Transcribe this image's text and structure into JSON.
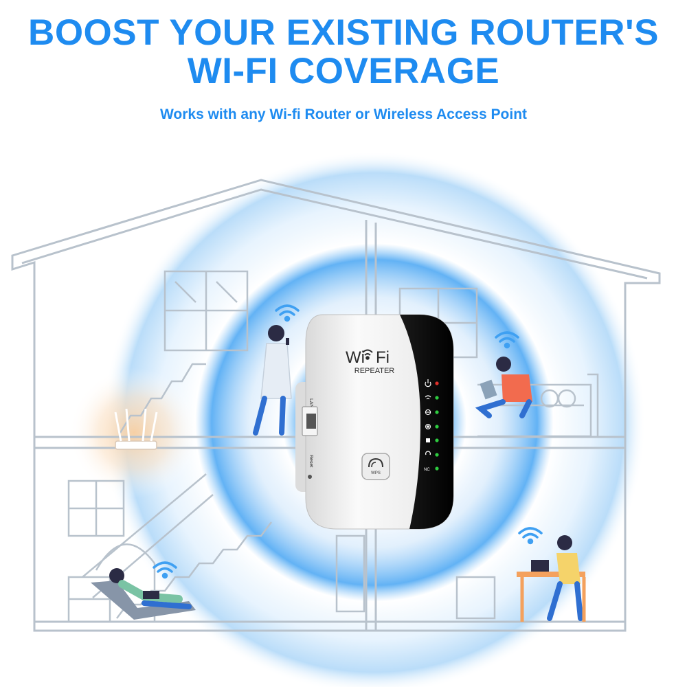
{
  "headline": {
    "line1": "BOOST YOUR EXISTING ROUTER'S",
    "line2": "WI-FI COVERAGE"
  },
  "subheadline": "Works with any Wi-fi Router or Wireless Access Point",
  "device": {
    "brand_wi": "Wi",
    "brand_fi": "Fi",
    "model": "REPEATER",
    "port_label": "LAN",
    "reset_label": "Reset",
    "wps_label": "WPS",
    "nc_label": "NC"
  },
  "colors": {
    "accent": "#1e8bf0",
    "house_outline": "#b8c2cc",
    "signal_glow": "#3fa0f2",
    "router_glow": "#f6b878",
    "led_green": "#2ecc40",
    "led_red": "#e0302a",
    "device_body": "#f1f1f1",
    "device_panel": "#0e0e0e"
  },
  "icons": [
    "wifi-signal-icon",
    "power-icon",
    "wifi-icon",
    "globe-icon",
    "settings-icon",
    "lan-port-icon",
    "link-icon",
    "wps-button-icon"
  ]
}
